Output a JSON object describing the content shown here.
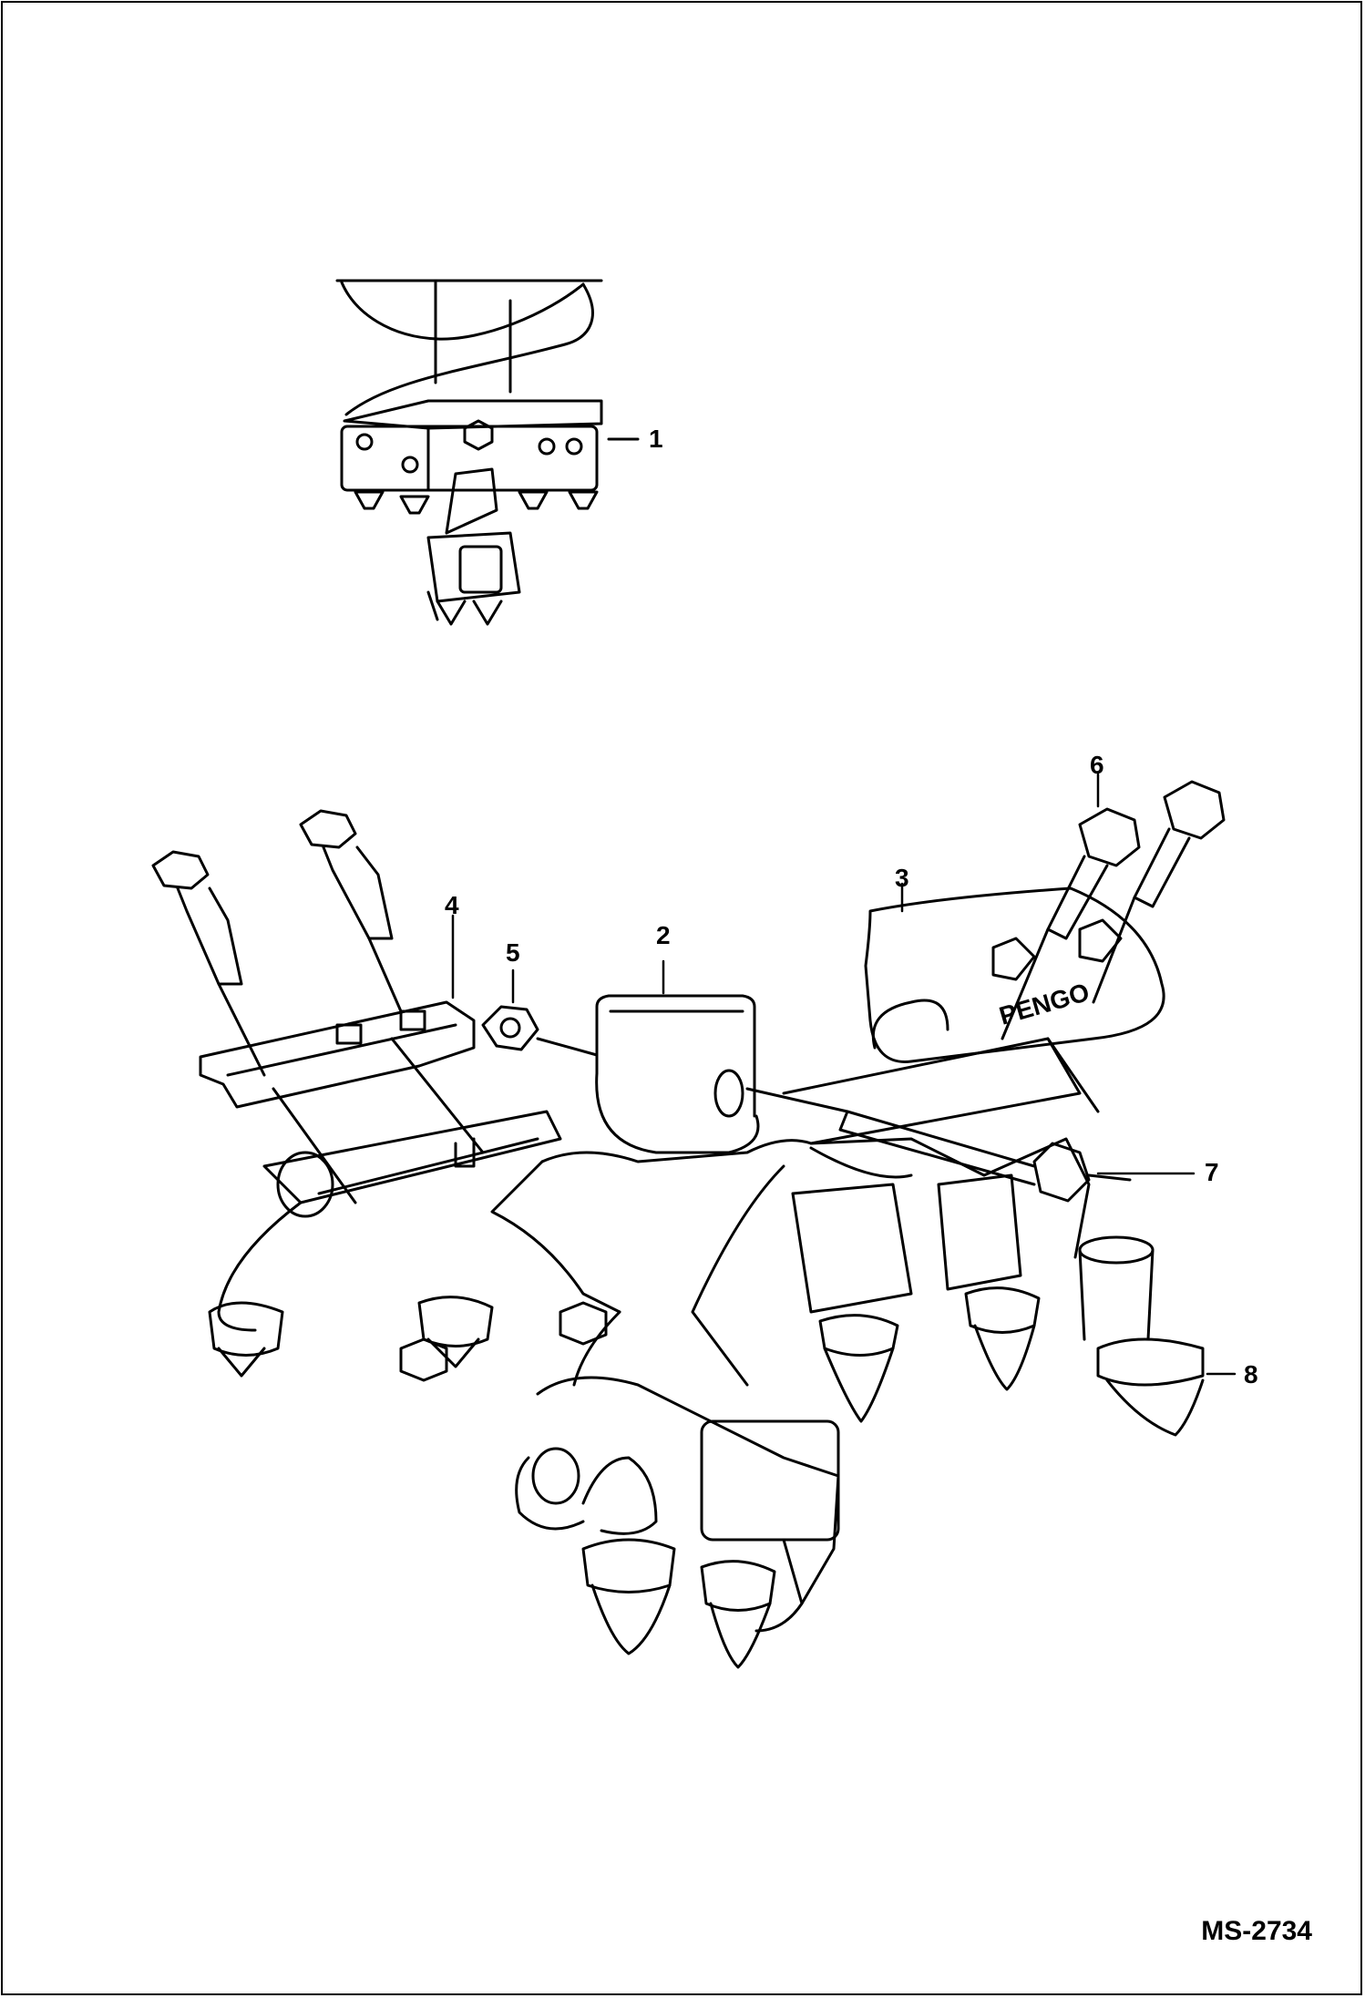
{
  "figure_id": "MS-2734",
  "callouts": [
    {
      "id": "callout-1",
      "label": "1"
    },
    {
      "id": "callout-2",
      "label": "2"
    },
    {
      "id": "callout-3",
      "label": "3"
    },
    {
      "id": "callout-4",
      "label": "4"
    },
    {
      "id": "callout-5",
      "label": "5"
    },
    {
      "id": "callout-6",
      "label": "6"
    },
    {
      "id": "callout-7",
      "label": "7"
    },
    {
      "id": "callout-8",
      "label": "8"
    }
  ],
  "part_markings": {
    "tooth_brand": "PENGO"
  },
  "colors": {
    "line": "#000000",
    "background": "#ffffff"
  }
}
